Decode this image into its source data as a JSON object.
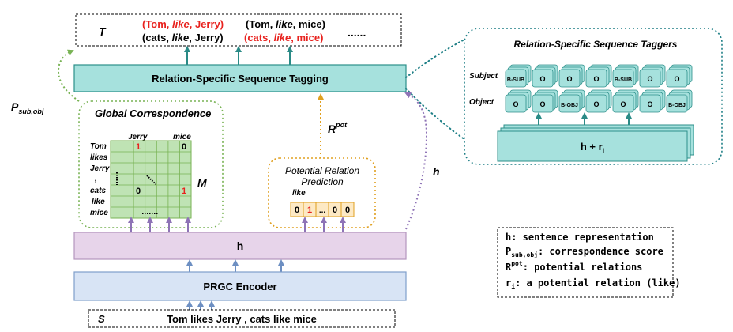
{
  "colors": {
    "teal_fill": "#a6e1dd",
    "teal_line": "#2c8f8a",
    "arrow_teal": "#2a8a86",
    "purple_fill": "#e7d4ea",
    "purple_line": "#b596bd",
    "arrow_purple": "#8e73b6",
    "blue_fill": "#d8e4f5",
    "blue_line": "#7f9fca",
    "arrow_blue": "#6d8fc2",
    "green_line": "#79b355",
    "green_fill": "#bfe3b4",
    "orange_line": "#e0a020",
    "orange_fill": "#fde9c4",
    "red_text": "#e8221e",
    "dark_teal_dots": "#1e7f86"
  },
  "output": {
    "var": "T",
    "triple1_pre": "(Tom, ",
    "triple1_rel": "like",
    "triple1_post": ", Jerry)",
    "triple2_pre": "(cats, ",
    "triple2_rel": "like",
    "triple2_post": ", Jerry)",
    "triple3_pre": "(Tom, ",
    "triple3_rel": "like",
    "triple3_post": ", mice)",
    "triple4_pre": "(cats, ",
    "triple4_rel": "like",
    "triple4_post": ", mice)",
    "ellipsis": "......"
  },
  "tagging": {
    "label": "Relation-Specific Sequence Tagging"
  },
  "global_corr": {
    "title": "Global Correspondence",
    "col_jerry": "Jerry",
    "col_mice": "mice",
    "row_labels": [
      "Tom",
      "likes",
      "Jerry",
      ",",
      "cats",
      "like",
      "mice"
    ],
    "cell_1a": "1",
    "cell_0a": "0",
    "cell_0b": "0",
    "cell_1b": "1",
    "matrix_label": "M"
  },
  "psub": {
    "main": "P",
    "sub": "sub,obj"
  },
  "rpot": {
    "main": "R",
    "sup": "pot"
  },
  "h_side": "h",
  "potential": {
    "title_line1": "Potential Relation",
    "title_line2": "Prediction",
    "cells_label": "like",
    "cells": [
      "0",
      "1",
      "...",
      "0",
      "0"
    ]
  },
  "h_box": {
    "label": "h"
  },
  "encoder": {
    "label": "PRGC Encoder"
  },
  "sentence": {
    "var": "S",
    "text": "Tom likes Jerry , cats like mice"
  },
  "taggers": {
    "title": "Relation-Specific Sequence Taggers",
    "subject_label": "Subject",
    "object_label": "Object",
    "subject_tags": [
      "B-SUB",
      "O",
      "O",
      "O",
      "B-SUB",
      "O",
      "O"
    ],
    "object_tags": [
      "O",
      "O",
      "B-OBJ",
      "O",
      "O",
      "O",
      "B-OBJ"
    ],
    "hr_main": "h + r",
    "hr_sub": "i"
  },
  "legend": {
    "h_text": "h: sentence representation",
    "p_main": "P",
    "p_sub": "sub,obj",
    "p_text": ": correspondence score",
    "r_main": "R",
    "r_sup": "pot",
    "r_text": ": potential relations",
    "ri_main": "r",
    "ri_sub": "i",
    "ri_text": ": a potential relation (like)"
  }
}
